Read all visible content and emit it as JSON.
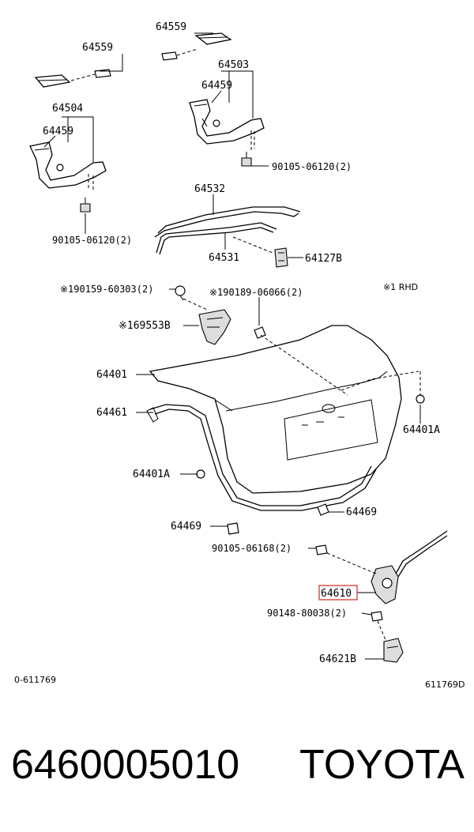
{
  "labels": {
    "p64559_top": "64559",
    "p64559_left": "64559",
    "p64503": "64503",
    "p64459_right": "64459",
    "p64504": "64504",
    "p64459_left": "64459",
    "bolt_right": "90105-06120(2)",
    "bolt_left": "90105-06120(2)",
    "p64532": "64532",
    "p64531": "64531",
    "p64127B": "64127B",
    "clip_a": "※190159-60303(2)",
    "clip_b": "※190189-06066(2)",
    "rhd_note": "※1 RHD",
    "p69553B": "※169553B",
    "p64401": "64401",
    "p64461": "64461",
    "p64401A_right": "64401A",
    "p64401A_left": "64401A",
    "p64469_right": "64469",
    "p64469_left": "64469",
    "bolt_lock": "90105-06168(2)",
    "p64610": "64610",
    "screw_lock": "90148-80038(2)",
    "p64621B": "64621B",
    "ref_left": "0-611769",
    "ref_right": "611769D"
  },
  "highlight_color": "#d9534f",
  "footer": {
    "part_number": "6460005010",
    "brand": "TOYOTA"
  }
}
